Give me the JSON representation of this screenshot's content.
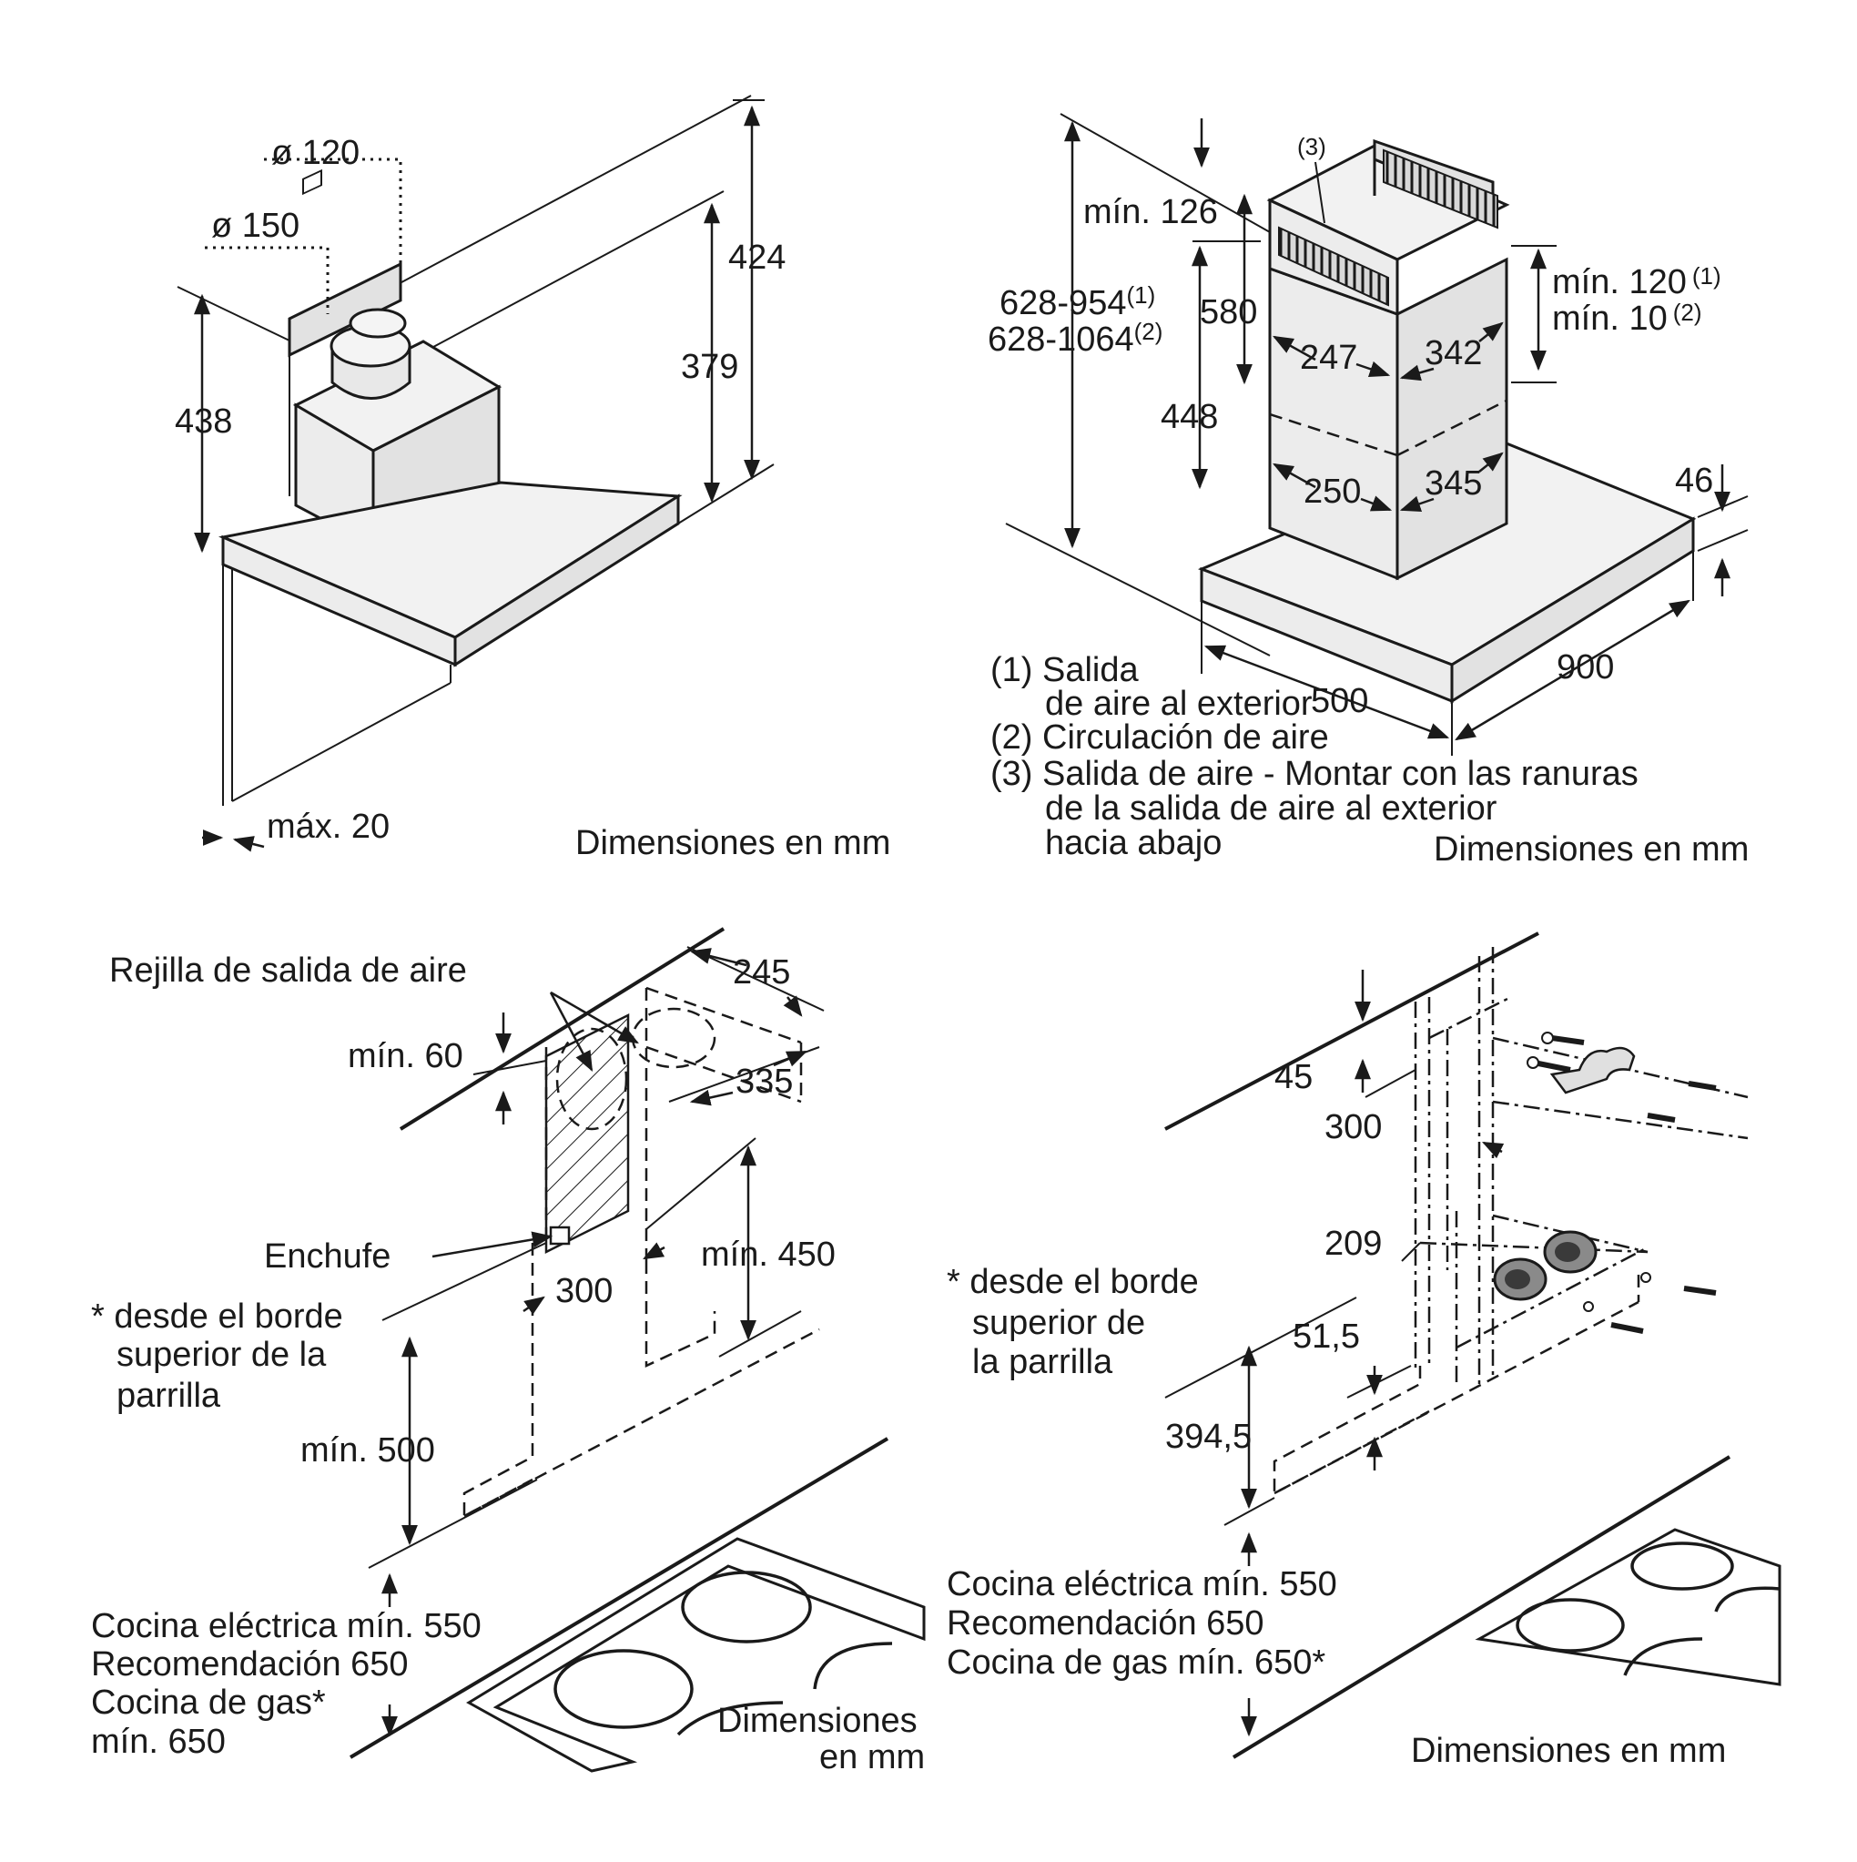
{
  "panels": {
    "top_left": {
      "diameters": [
        "ø 120",
        "ø 150"
      ],
      "heights": [
        "424",
        "379",
        "438"
      ],
      "wall_gap": "máx. 20",
      "units": "Dimensiones en mm"
    },
    "top_right": {
      "callout_3": "(3)",
      "min_top": "mín. 126",
      "height_range": {
        "line1": "628-954",
        "sup1": "(1)",
        "line2": "628-1064",
        "sup2": "(2)"
      },
      "chimney_580": "580",
      "chimney_448": "448",
      "upper_width": "247",
      "upper_depth": "342",
      "lower_width": "250",
      "lower_depth": "345",
      "min_clear": {
        "line1": "mín. 120",
        "sup1": "(1)",
        "line2": "mín. 10",
        "sup2": "(2)"
      },
      "canopy_thickness": "46",
      "depth": "500",
      "width": "900",
      "legend": [
        "(1)  Salida",
        "de aire al exterior",
        "(2)  Circulación de aire",
        "(3)  Salida de aire - Montar con las ranuras",
        "de la salida de aire al exterior",
        "hacia abajo"
      ],
      "units": "Dimensiones en mm"
    },
    "bottom_left": {
      "grille_label": "Rejilla de salida de aire",
      "dim_245": "245",
      "min_60": "mín. 60",
      "dim_335": "335",
      "socket_label": "Enchufe",
      "min_450": "mín. 450",
      "dim_300": "300",
      "note": [
        "* desde el borde",
        "superior de la",
        "parrilla"
      ],
      "min_500": "mín. 500",
      "clearances": [
        "Cocina eléctrica mín. 550",
        "Recomendación 650",
        "Cocina de gas*",
        "mín. 650"
      ],
      "units": [
        "Dimensiones",
        "en mm"
      ]
    },
    "bottom_right": {
      "dim_45": "45",
      "dim_300": "300",
      "dim_209": "209",
      "note": [
        "* desde el borde",
        "superior de",
        "la parrilla"
      ],
      "dim_51_5": "51,5",
      "dim_394_5": "394,5",
      "clearances": [
        "Cocina eléctrica mín. 550",
        "Recomendación 650",
        "Cocina de gas mín. 650*"
      ],
      "units": "Dimensiones en mm"
    }
  }
}
